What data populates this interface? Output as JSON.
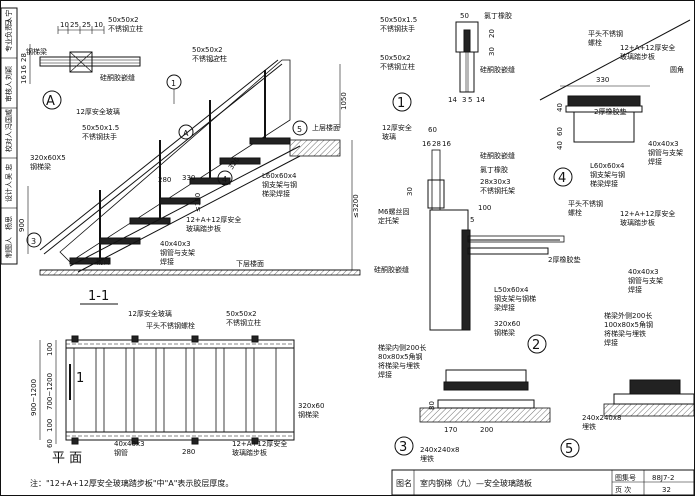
{
  "side_strip": {
    "rows": [
      {
        "label": "专业负责人",
        "sign": "马 宁"
      },
      {
        "label": "审核人",
        "sign": "刘颖"
      },
      {
        "label": "校对人",
        "sign": "冯国威"
      },
      {
        "label": "设计人",
        "sign": "吴 忠"
      },
      {
        "label": "制图人",
        "sign": "杨思"
      }
    ]
  },
  "section_view": {
    "title": "1-1",
    "dims_top": [
      "10",
      "25",
      "25",
      "10"
    ],
    "dims_left": [
      "28",
      "16",
      "16"
    ],
    "dim_900": "900",
    "dim_1050": "1050",
    "dim_3200": "≤3200",
    "dim_280": "280",
    "dim_330": "330",
    "dim_320": "320",
    "dim_h": "≤180",
    "marker_a": "A",
    "marker_1": "1",
    "marker_3": "3",
    "marker_4": "4",
    "marker_5": "5",
    "upper_floor": "上层楼面",
    "lower_floor": "下层楼面",
    "labels": {
      "stringer": "钢梯梁",
      "post": "50x50x2\n不锈钢立柱",
      "post2": "50x50x2\n不锈钢立柱",
      "silicone": "硅酮胶嵌缝",
      "glass12": "12厚安全玻璃",
      "handrail": "50x50x1.5\n不锈钢扶手",
      "beam": "320x60X5\n钢梯梁",
      "angle": "L60x60x4\n钢支架与钢\n梯梁焊接",
      "tread": "12+A+12厚安全\n玻璃踏步板",
      "pipe": "40x40x3\n钢管与支架\n焊接",
      "steel_tube": "钢管"
    }
  },
  "plan_view": {
    "title": "平  面",
    "dims_left": [
      "100",
      "700~1200",
      "100",
      "60"
    ],
    "dim_total": "900~1200",
    "dim_280": "280",
    "dim_1": "1",
    "labels": {
      "glass12": "12厚安全玻璃",
      "bolt": "平头不锈钢螺栓",
      "post": "50x50x2\n不锈钢立柱",
      "beam": "320x60\n钢梯梁",
      "pipe": "40x40x3\n钢管",
      "tread": "12+A+12厚安全\n玻璃踏步板"
    }
  },
  "detail1": {
    "number": "1",
    "dims": [
      "50",
      "20",
      "30",
      "14",
      "3",
      "5",
      "14"
    ],
    "labels": {
      "handrail": "50x50x1.5\n不锈钢扶手",
      "rubber": "氯丁橡胶",
      "post": "50x50x2\n不锈钢立柱",
      "silicone": "硅酮胶嵌缝"
    }
  },
  "detail2": {
    "number": "2",
    "dims_top": [
      "60",
      "16",
      "28",
      "16"
    ],
    "dim_30": "30",
    "dim_5": "5",
    "dim_100": "100",
    "labels": {
      "glass": "12厚安全\n玻璃",
      "silicone": "硅酮胶嵌缝",
      "rubber": "氯丁橡胶",
      "channel": "28x30x3\n不锈钢托架",
      "m6": "M6螺丝固\n定托架",
      "silicone2": "硅酮胶嵌缝",
      "angle": "L50x60x4\n钢支架与钢梯\n梁焊接",
      "beam": "320x60\n钢梯梁",
      "bolt": "平头不锈钢\n螺栓",
      "tread": "12+A+12厚安全\n玻璃踏步板",
      "pad": "2厚橡胶垫",
      "pipe": "40x40x3\n钢管与支架\n焊接"
    }
  },
  "detail3": {
    "number": "3",
    "dims": [
      "170",
      "200",
      "80"
    ],
    "labels": {
      "beam": "梯梁内侧200长\n80x80x5角钢\n将梯梁与埋铁\n焊接",
      "embed": "240x240x8\n埋铁"
    }
  },
  "detail4": {
    "number": "4",
    "dim_330": "330",
    "dim_40": "40",
    "dim_60": "60",
    "dim_40b": "40",
    "labels": {
      "bolt": "平头不锈钢\n螺栓",
      "tread": "12+A+12厚安全\n玻璃踏步板",
      "round": "圆角",
      "pad": "2厚橡胶垫",
      "pipe": "40x40x3\n钢管与支架\n焊接",
      "angle": "L60x60x4\n钢支架与钢\n梯梁焊接"
    }
  },
  "detail5": {
    "number": "5",
    "labels": {
      "beam": "梯梁外侧200长\n100x80x5角钢\n将梯梁与埋铁\n焊接",
      "embed": "240x240x8\n埋铁"
    }
  },
  "note": "注：\"12+A+12厚安全玻璃踏步板\"中\"A\"表示胶层厚度。",
  "title_block": {
    "label": "图名",
    "name": "室内钢梯（九）—安全玻璃踏板",
    "atlas_label": "图集号",
    "atlas_value": "88J7-2",
    "page_label": "页  次",
    "page_value": "32"
  }
}
